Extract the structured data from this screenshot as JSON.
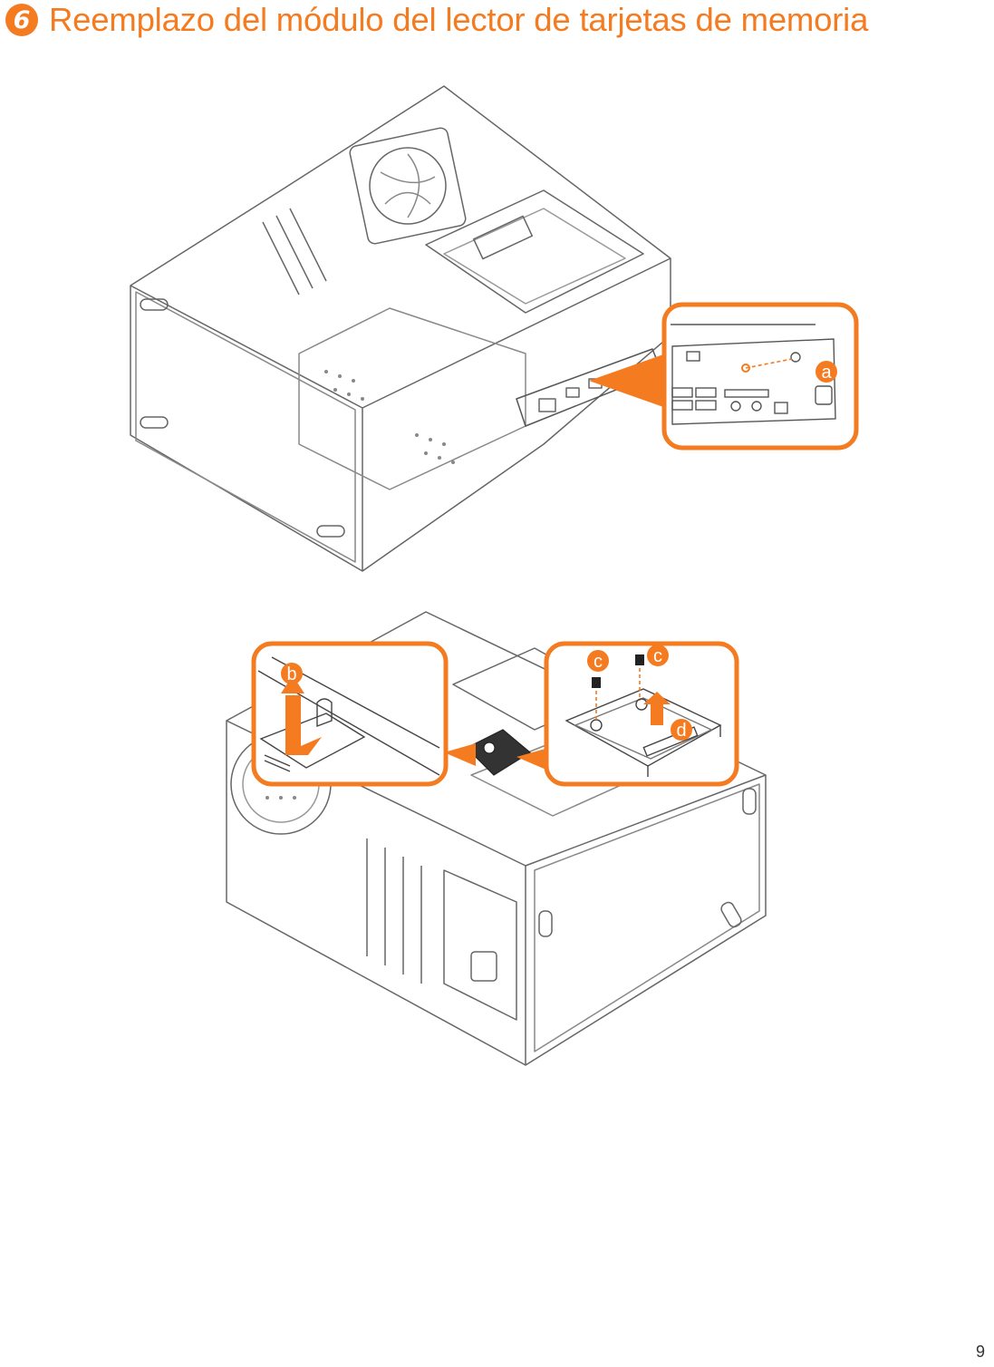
{
  "header": {
    "step_number": "6",
    "title": "Reemplazo del módulo del lector de tarjetas de memoria"
  },
  "figure_top": {
    "callouts": [
      "a"
    ]
  },
  "figure_bottom": {
    "callouts": [
      "b",
      "c",
      "c",
      "d"
    ]
  },
  "footer": {
    "page_number": "9"
  },
  "colors": {
    "accent": "#f47b20",
    "line": "#555555"
  }
}
